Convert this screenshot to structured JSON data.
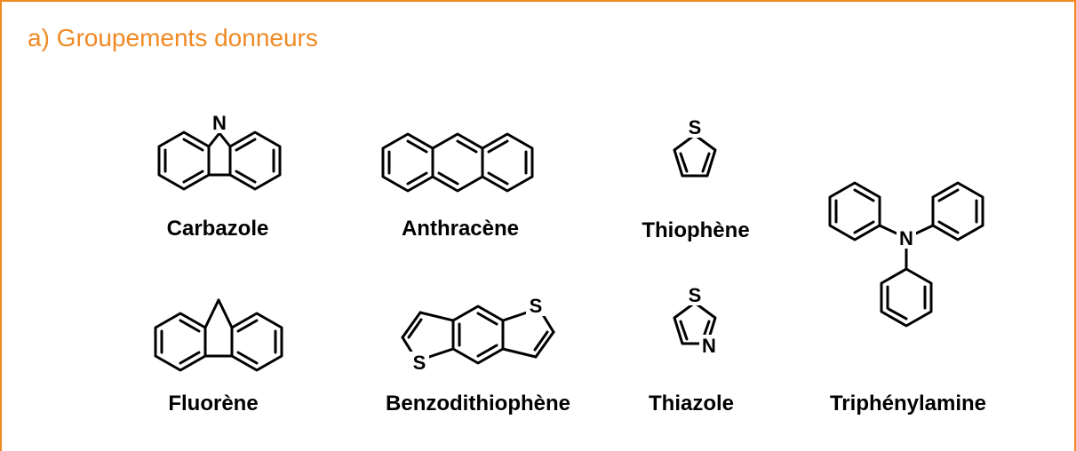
{
  "panel": {
    "title": "a) Groupements donneurs",
    "accent_color": "#f08a24"
  },
  "molecules": [
    {
      "name": "Carbazole"
    },
    {
      "name": "Anthracène"
    },
    {
      "name": "Thiophène"
    },
    {
      "name": "Triphénylamine"
    },
    {
      "name": "Fluorène"
    },
    {
      "name": "Benzodithiophène"
    },
    {
      "name": "Thiazole"
    }
  ],
  "atoms": {
    "N": "N",
    "S": "S"
  }
}
